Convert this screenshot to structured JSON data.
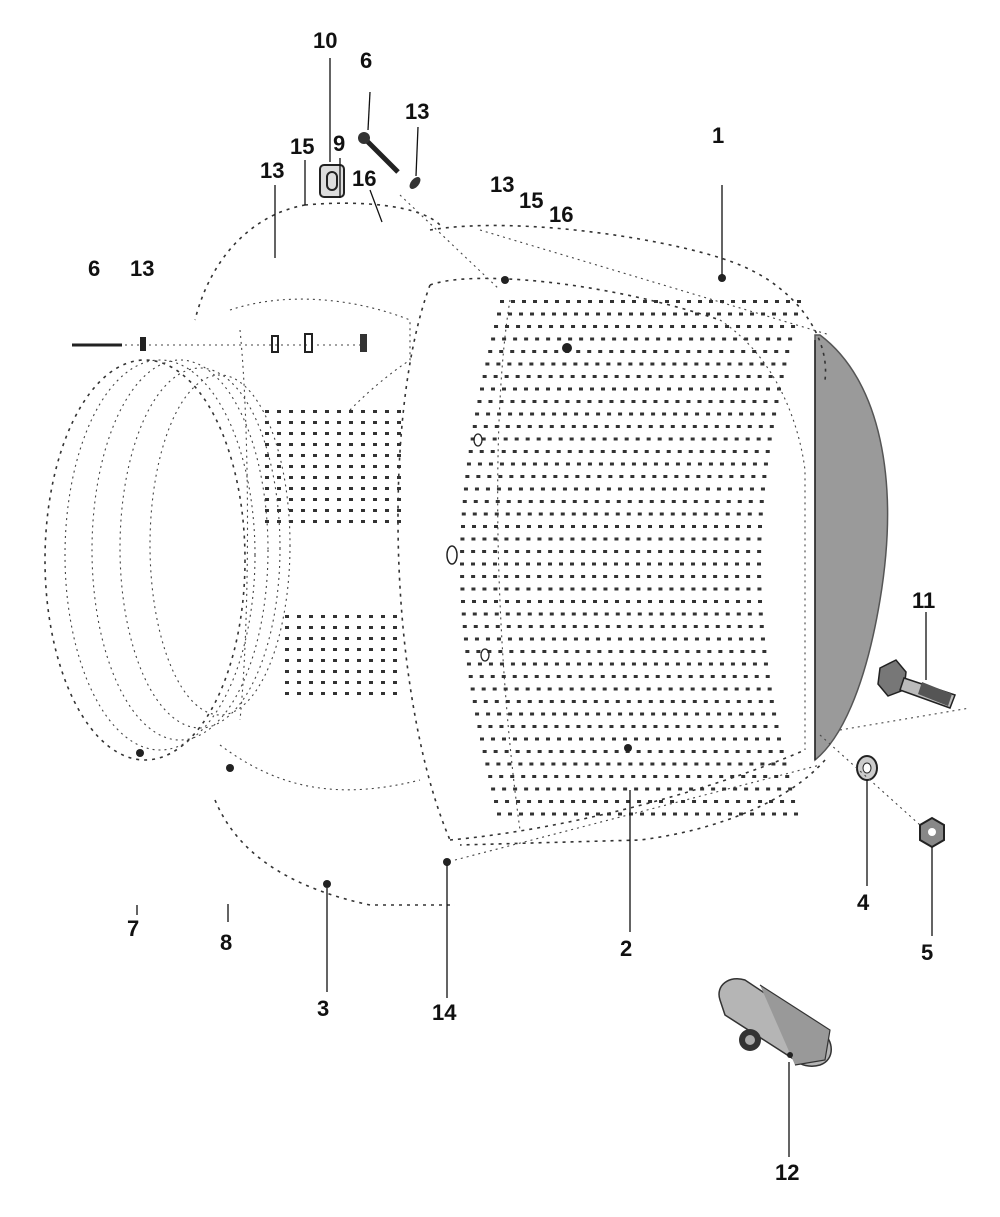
{
  "diagram": {
    "callouts": {
      "c1": "1",
      "c2": "2",
      "c3": "3",
      "c4": "4",
      "c5": "5",
      "c6a": "6",
      "c6b": "6",
      "c7": "7",
      "c8": "8",
      "c9": "9",
      "c10": "10",
      "c11": "11",
      "c12": "12",
      "c13a": "13",
      "c13b": "13",
      "c13c": "13",
      "c13d": "13",
      "c14": "14",
      "c15a": "15",
      "c15b": "15",
      "c16a": "16",
      "c16b": "16"
    }
  }
}
